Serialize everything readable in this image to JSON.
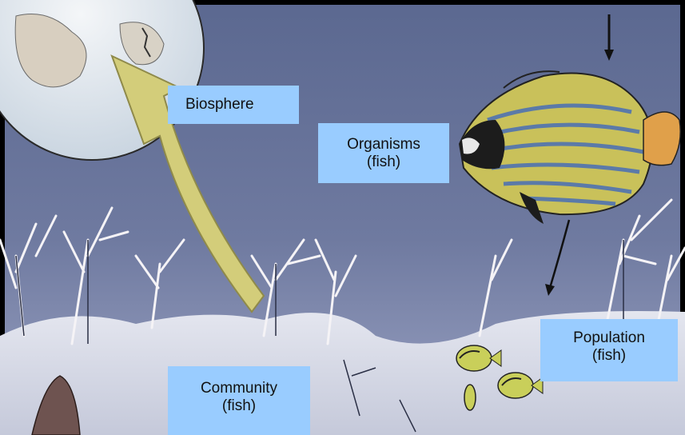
{
  "diagram": {
    "labels": {
      "biosphere": "Biosphere",
      "organisms_line1": "Organisms",
      "organisms_line2": "(fish)",
      "community_line1": "Community",
      "community_line2": "(fish)",
      "population_line1": "Population",
      "population_line2": "(fish)"
    },
    "colors": {
      "label_box": "#99ccff",
      "water_top": "#5f6d95",
      "water_bottom": "#8c95b8",
      "seafloor": "#d9dce8",
      "coral": "#f2f0f4",
      "arrow_fill": "#d2cc79",
      "fish_yellow": "#d9c64b",
      "fish_blue": "#5d79a8",
      "globe": "#dfe7ee"
    },
    "icons": [
      "globe-icon",
      "angelfish-icon",
      "school-fish-icon",
      "coral-icon",
      "curved-arrow-icon",
      "down-arrow-icon"
    ]
  }
}
